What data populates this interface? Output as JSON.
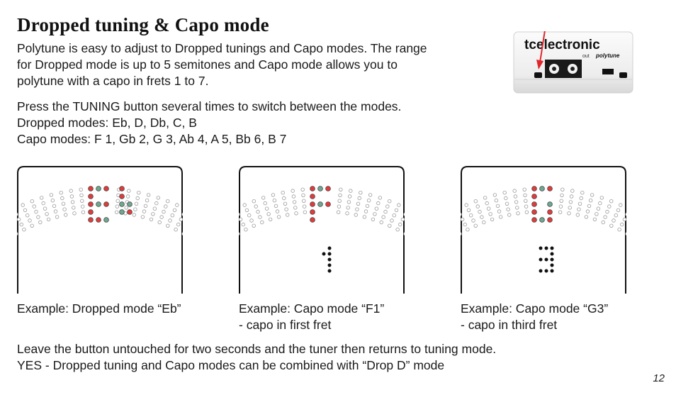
{
  "title": "Dropped tuning & Capo mode",
  "intro": [
    "Polytune is easy to adjust to Dropped tunings and Capo modes. The range",
    "for Dropped mode is up to 5 semitones and Capo mode allows you to",
    "polytune with a capo in frets 1 to 7."
  ],
  "modes": [
    "Press the TUNING button several times to switch between the modes.",
    "Dropped modes: Eb, D, Db, C, B",
    "Capo modes: F 1, Gb 2, G 3, Ab 4, A 5, Bb 6, B 7"
  ],
  "device": {
    "brand": "tcelectronic",
    "out_label": "out",
    "product": "polytune",
    "arrow_color": "#e0262c"
  },
  "examples": [
    {
      "line1": "Example: Dropped mode “Eb”",
      "line2": ""
    },
    {
      "line1": "Example: Capo mode “F1”",
      "line2": "- capo in first fret"
    },
    {
      "line1": "Example: Capo mode “G3”",
      "line2": "- capo in third fret"
    }
  ],
  "footer": [
    "Leave the button untouched for two seconds and the tuner then returns to tuning mode.",
    "YES - Dropped tuning and Capo modes can be combined with “Drop D” mode"
  ],
  "page_number": "12",
  "colors": {
    "red_led": "#e23b3b",
    "green_led": "#6fa890",
    "black_led": "#111111"
  }
}
